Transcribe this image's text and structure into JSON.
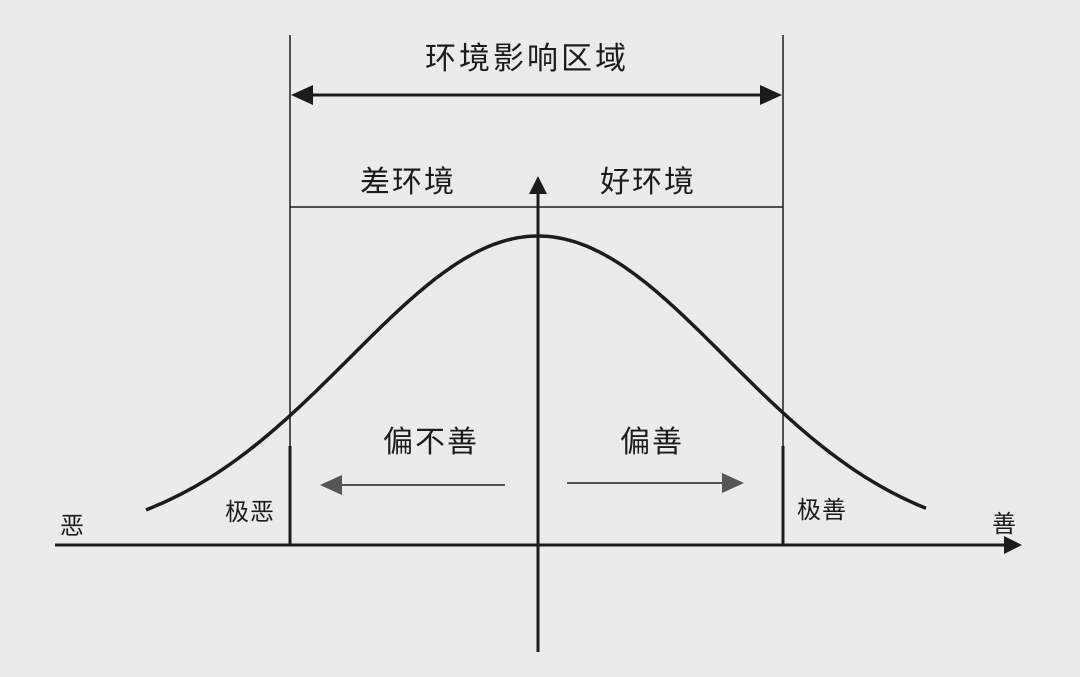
{
  "labels": {
    "region": "环境影响区域",
    "bad_env": "差环境",
    "good_env": "好环境",
    "partial_unkind": "偏不善",
    "partial_kind": "偏善",
    "extreme_evil": "极恶",
    "extreme_good": "极善",
    "evil": "恶",
    "good": "善"
  },
  "colors": {
    "line": "#1c1c1c",
    "arrow_gray": "#555555",
    "background": "#ebebeb"
  }
}
